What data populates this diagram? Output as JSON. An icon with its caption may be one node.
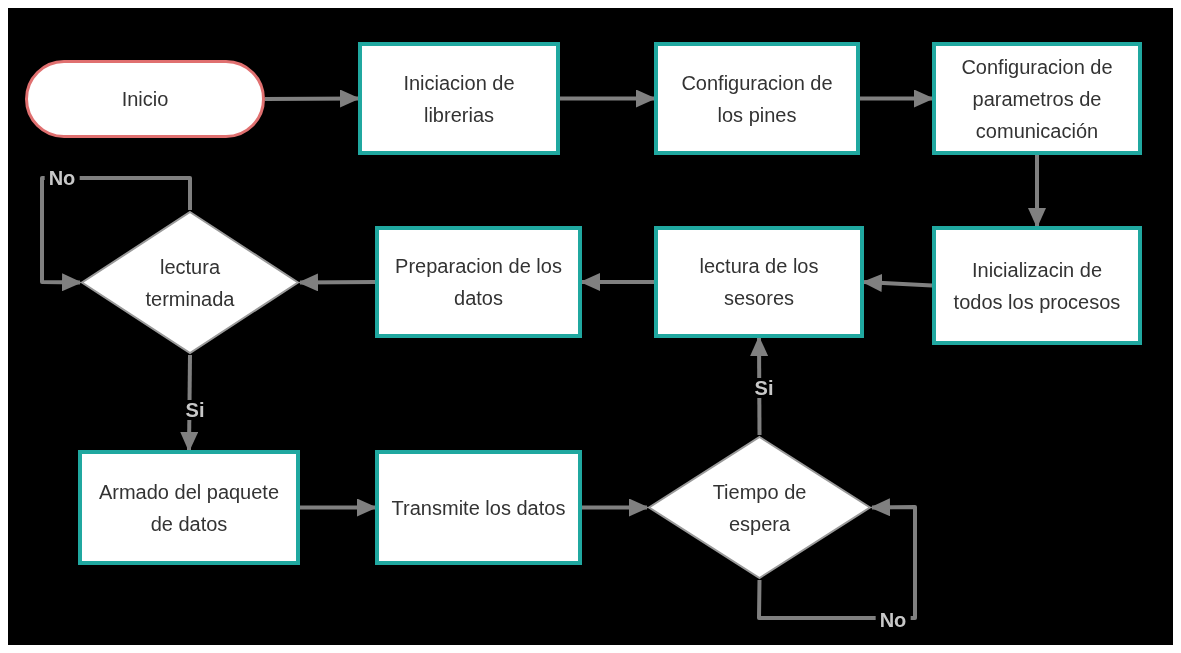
{
  "diagram": {
    "nodes": [
      {
        "text": [
          "Inicio"
        ]
      },
      {
        "text": [
          "Iniciacion de librerias"
        ]
      },
      {
        "text": [
          "Configuracion de los pines"
        ]
      },
      {
        "text": [
          "Configuracion de parametros de comunicación"
        ]
      },
      {
        "text": [
          "Inicializacin de todos los procesos"
        ]
      },
      {
        "text": [
          "lectura de los sesores"
        ]
      },
      {
        "text": [
          "Preparacion de los datos"
        ]
      },
      {
        "text": [
          "lectura terminada"
        ]
      },
      {
        "text": [
          "Armado del paquete de datos"
        ]
      },
      {
        "text": [
          "Transmite los datos"
        ]
      },
      {
        "text": [
          "Tiempo de espera"
        ]
      }
    ],
    "edges": [
      {
        "from": 0,
        "to": 1,
        "arrow": "to"
      },
      {
        "from": 1,
        "to": 2,
        "arrow": "to"
      },
      {
        "from": 2,
        "to": 3,
        "arrow": "to"
      },
      {
        "from": 3,
        "to": 4,
        "arrow": "to"
      },
      {
        "from": 4,
        "to": 5,
        "arrow": "to"
      },
      {
        "from": 5,
        "to": 6,
        "arrow": "to"
      },
      {
        "from": 6,
        "to": 7,
        "arrow": "to"
      },
      {
        "from": 7,
        "to": 7,
        "arrow": "to",
        "label": "No"
      },
      {
        "from": 7,
        "to": 8,
        "arrow": "to",
        "label": "Si"
      },
      {
        "from": 8,
        "to": 9,
        "arrow": "to"
      },
      {
        "from": 9,
        "to": 10,
        "arrow": "to"
      },
      {
        "from": 10,
        "to": 5,
        "arrow": "to",
        "label": "Si"
      },
      {
        "from": 10,
        "to": 10,
        "arrow": "to",
        "label": "No"
      }
    ]
  }
}
